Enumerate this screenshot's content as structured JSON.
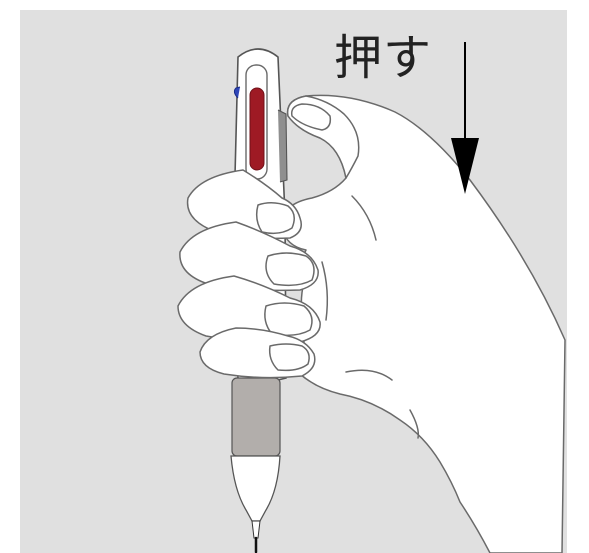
{
  "instruction": {
    "label": "押す"
  },
  "colors": {
    "background_panel": "#e0e0e0",
    "outer_background": "#ffffff",
    "pen_body": "#ffffff",
    "pen_outline": "#555555",
    "ink_refill": "#9e1a24",
    "grip": "#b2aeab",
    "blue_button": "#2f46b8",
    "hand_fill": "#ffffff",
    "hand_outline": "#6a6a6a",
    "arrow": "#000000",
    "text": "#222222"
  },
  "icons": {
    "pen": "multi-color-ballpoint-pen",
    "hand": "right-hand-holding-pen",
    "arrow": "down-arrow"
  }
}
